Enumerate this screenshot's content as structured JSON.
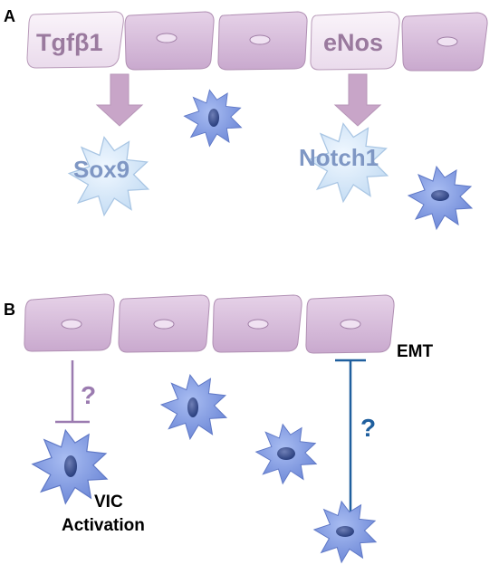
{
  "panel_a": {
    "letter": "A",
    "cell_label_1": "Tgfβ1",
    "cell_label_2": "eNos",
    "marker_1": "Sox9",
    "marker_2": "Notch1"
  },
  "panel_b": {
    "letter": "B",
    "emt_label": "EMT",
    "question_1": "?",
    "question_2": "?",
    "vic_line_1": "VIC",
    "vic_line_2": "Activation"
  },
  "colors": {
    "endothelial_cell": "#d9c0dd",
    "highlighted_cell": "#f1e4f2",
    "arrow": "#c8a5c8",
    "interstitial_cell": "#7e9be0",
    "light_interstitial_cell": "#d1e6f7",
    "purple_inhibitor": "#9b7bb0",
    "blue_inhibitor": "#1f5f9e"
  }
}
